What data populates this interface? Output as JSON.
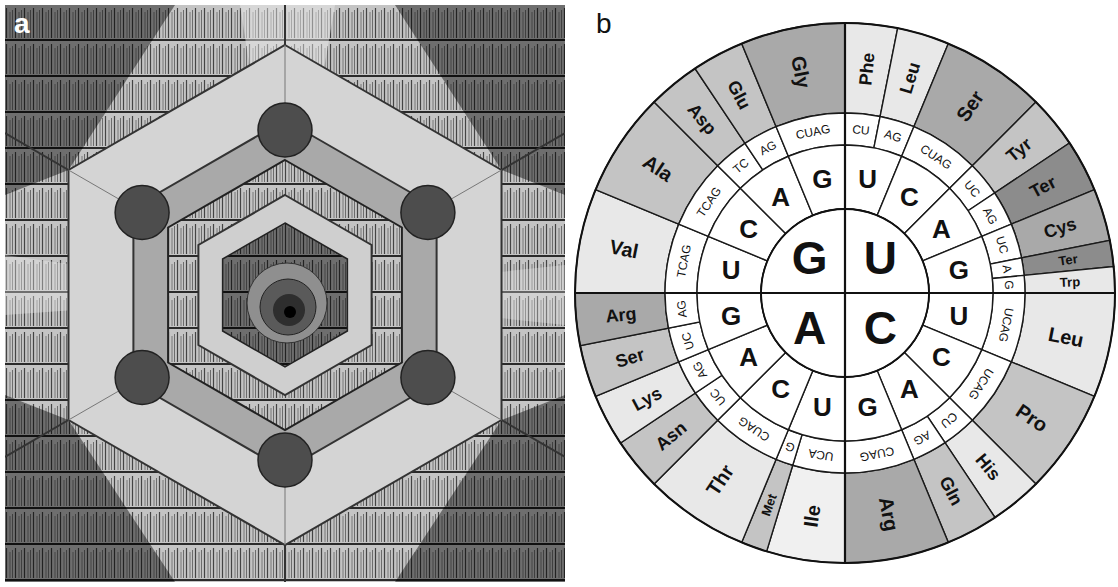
{
  "diagram": {
    "labels": [
      "a",
      "b",
      "G",
      "U",
      "A",
      "C",
      "U",
      "C",
      "A",
      "G",
      "U",
      "C",
      "A",
      "G",
      "U",
      "C",
      "A",
      "G",
      "U",
      "C",
      "A",
      "G",
      "CU",
      "AG",
      "CUAG",
      "UC",
      "AG",
      "UC",
      "A",
      "G",
      "UCAG",
      "UCAG",
      "CU",
      "AG",
      "CUAG",
      "UCA",
      "G",
      "CUAG",
      "UC",
      "AG",
      "UC",
      "AG",
      "TCAG",
      "TCAG",
      "TC",
      "AG",
      "CUAG",
      "Phe",
      "Leu",
      "Ser",
      "Tyr",
      "Ter",
      "Cys",
      "Ter",
      "Trp",
      "Leu",
      "Pro",
      "His",
      "Gln",
      "Arg",
      "Ile",
      "Met",
      "Thr",
      "Asn",
      "Lys",
      "Ser",
      "Arg",
      "Val",
      "Ala",
      "Asp",
      "Glu",
      "Gly"
    ]
  }
}
